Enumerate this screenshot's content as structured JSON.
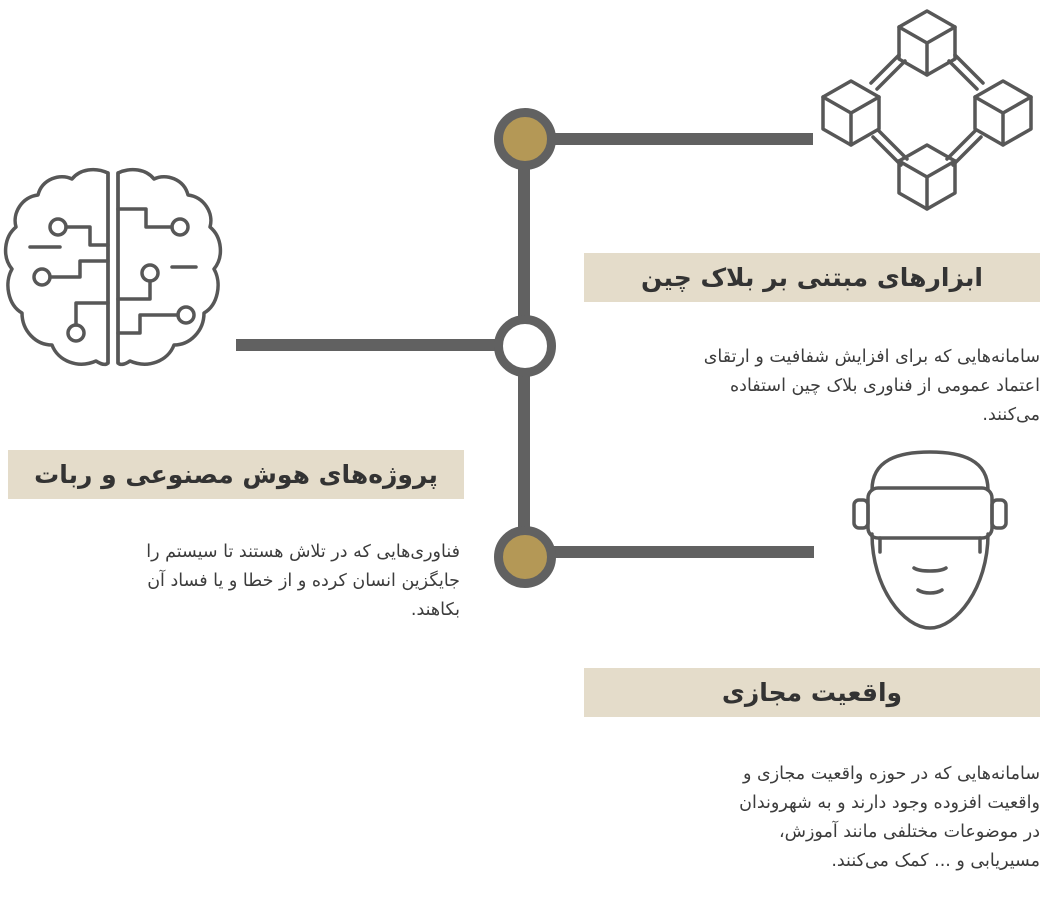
{
  "colors": {
    "accent_gold": "#b49856",
    "connector_gray": "#616161",
    "heading_bg": "#e4dcca",
    "text": "#3c3c3c"
  },
  "ai": {
    "icon": "brain-circuit-icon",
    "title": "پروژه‌های هوش مصنوعی و ربات",
    "lines": [
      "فناوری‌هایی که در تلاش هستند تا سیستم را",
      "جایگزین انسان کرده و از خطا و یا فساد آن",
      "بکاهند."
    ]
  },
  "blockchain": {
    "icon": "blockchain-cubes-icon",
    "title": "ابزارهای مبتنی بر بلاک چین",
    "lines": [
      "سامانه‌هایی که برای افزایش شفافیت و ارتقای",
      "اعتماد عمومی  از فناوری بلاک چین استفاده",
      "می‌کنند."
    ]
  },
  "vr": {
    "icon": "vr-headset-icon",
    "title": "واقعیت مجازی",
    "lines": [
      "سامانه‌هایی که در حوزه واقعیت مجازی و",
      "واقعیت افزوده وجود دارند و به شهروندان",
      "در موضوعات مختلفی مانند آموزش،",
      "مسیریابی و ... کمک می‌کنند."
    ]
  }
}
